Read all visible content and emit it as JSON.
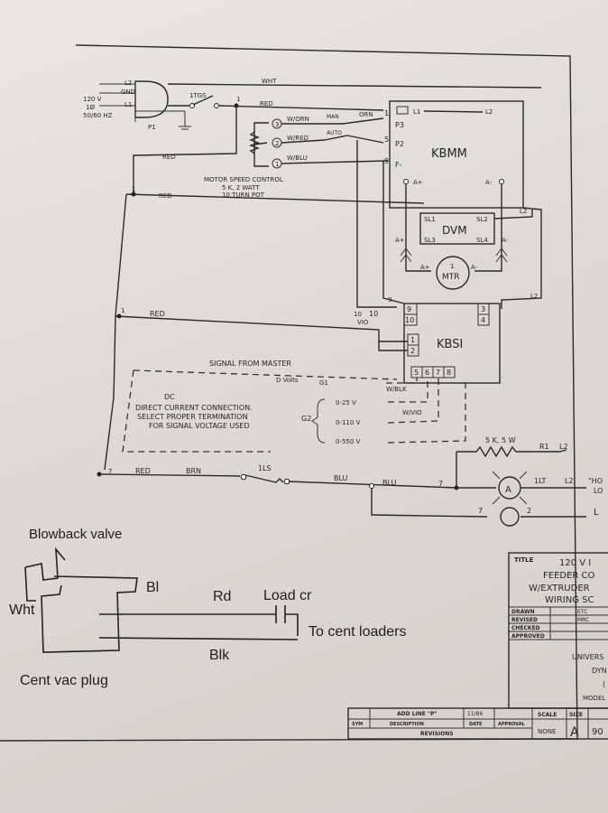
{
  "supply": {
    "l2": "L2",
    "gnd": "GND",
    "l1": "L1",
    "v": "120 V",
    "phase": "1Ø",
    "hz": "50/60 HZ",
    "plug": "P1"
  },
  "wires": {
    "wht": "WHT",
    "red": "RED",
    "blu": "BLU",
    "brn": "BRN",
    "wblk": "W/BLK",
    "wvio": "W/VIO",
    "worn": "W/ORN",
    "wred": "W/RED",
    "wblu": "W/BLU",
    "orn": "ORN",
    "vio": "VIO"
  },
  "switches": {
    "tgs": "1TGS",
    "ls": "1LS",
    "man": "MAN",
    "auto": "AUTO"
  },
  "nodes": {
    "n1": "1",
    "n2": "2",
    "n3": "3",
    "n7": "7",
    "n9": "9",
    "n10": "10"
  },
  "pot": {
    "line1": "MOTOR SPEED CONTROL",
    "line2": "5 K, 2 WATT",
    "line3": "10 TURN POT"
  },
  "kbmm": {
    "label": "KBMM",
    "p3": "P3",
    "p2": "P2",
    "fneg": "F-",
    "aplus": "A+",
    "aminus": "A-",
    "l1": "L1",
    "l2": "L2",
    "t1": "1",
    "t5": "5",
    "t9": "9"
  },
  "dvm": {
    "label": "DVM",
    "sl1": "SL1",
    "sl2": "SL2",
    "sl3": "SL3",
    "sl4": "SL4",
    "aplus": "A+",
    "aminus": "A-"
  },
  "motor": {
    "num": "1",
    "label": "MTR",
    "aplus": "A+",
    "aminus": "A-"
  },
  "kbsi": {
    "label": "KBSI",
    "t9": "9",
    "t10": "10",
    "t1": "1",
    "t2": "2",
    "t3": "3",
    "t4": "4",
    "t5": "5",
    "t6": "6",
    "t7": "7",
    "t8": "8",
    "l2": "L2"
  },
  "signal": {
    "title": "SIGNAL FROM MASTER",
    "dvolts": "D Volts",
    "g1": "G1",
    "g2": "G2",
    "dc": "DC",
    "line1": "DIRECT CURRENT CONNECTION.",
    "line2": "SELECT PROPER TERMINATION",
    "line3": "FOR SIGNAL VOLTAGE USED",
    "r1": "0-25 V",
    "r2": "0-110 V",
    "r3": "0-550 V"
  },
  "lamp": {
    "r_value": "5 K, 5 W",
    "r1": "R1",
    "l2a": "L2",
    "lt": "1LT",
    "l2b": "L2",
    "ho": "\"HO",
    "lo": "LO",
    "l": "L",
    "a": "A",
    "n7": "7",
    "n2": "2"
  },
  "handwritten": {
    "blowback": "Blowback valve",
    "bl": "Bl",
    "rd": "Rd",
    "load_cr": "Load cr",
    "wht": "Wht",
    "to_cent": "To cent loaders",
    "blk": "Blk",
    "cent_vac": "Cent vac plug"
  },
  "title_block": {
    "title_hdr": "TITLE",
    "title1": "120 V I",
    "title2": "FEEDER CO",
    "title3": "W/EXTRUDER",
    "title4": "WIRING SC",
    "drawn_lbl": "DRAWN",
    "drawn_val": "ETC",
    "revised_lbl": "REVISED",
    "revised_val": "MRC",
    "checked_lbl": "CHECKED",
    "approved_lbl": "APPROVED",
    "company1": "UNIVERS",
    "company2": "DYN",
    "company3": "(",
    "company4": "MODEL",
    "rev_add": "ADD LINE \"P\"",
    "rev_date": "11/86",
    "col_sym": "SYM",
    "col_desc": "DESCRIPTION",
    "col_date": "DATE",
    "col_appr": "APPROVAL",
    "revisions": "REVISIONS",
    "scale_lbl": "SCALE",
    "scale_val": "NONE",
    "size_lbl": "SIZE",
    "size_val": "A",
    "dwg": "90"
  }
}
